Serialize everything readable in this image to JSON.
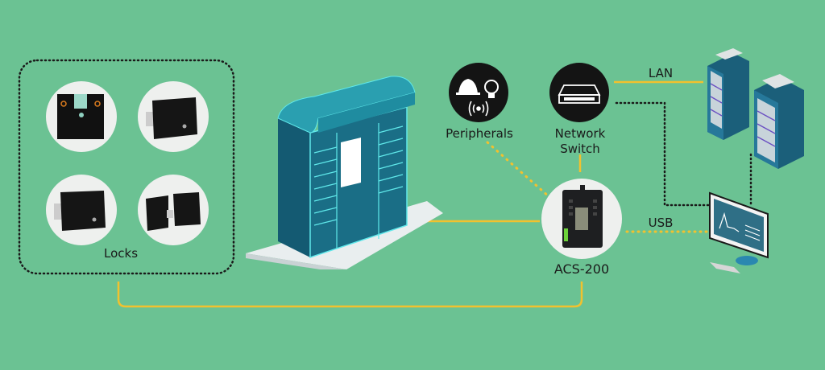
{
  "diagram": {
    "nodes": {
      "locks": {
        "label": "Locks",
        "items": [
          "lock-1",
          "lock-2",
          "lock-3",
          "lock-4"
        ]
      },
      "peripherals": {
        "label": "Peripherals",
        "icons": [
          "bell-icon",
          "light-bulb-icon",
          "wireless-signal-icon"
        ]
      },
      "network_switch": {
        "label_line1": "Network",
        "label_line2": "Switch"
      },
      "controller": {
        "label": "ACS-200"
      },
      "servers": {
        "icon": "server-rack-icon"
      },
      "computer": {
        "icon": "monitor-icon"
      },
      "locker": {
        "icon": "parcel-locker-icon"
      }
    },
    "connections": {
      "lan": "LAN",
      "usb": "USB"
    },
    "colors": {
      "background": "#6bc293",
      "wire_solid": "#f2c12e",
      "wire_dotted": "#1a1a1a",
      "node_circle": "#eef0ee",
      "icon_circle": "#141414",
      "locker_teal": "#2a9fb0",
      "server_blue": "#1f6f8f"
    }
  }
}
